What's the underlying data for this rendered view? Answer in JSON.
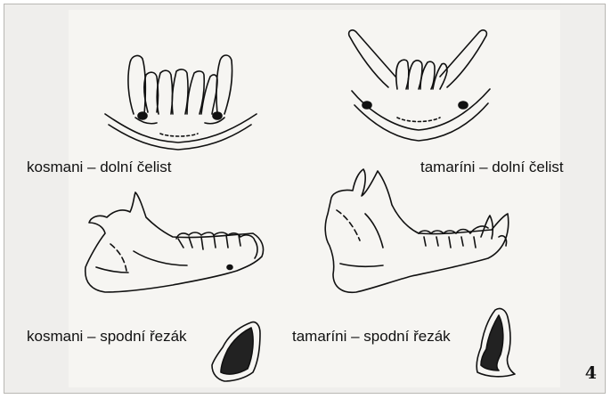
{
  "labels": {
    "marmoset_lower_jaw": "kosmani – dolní čelist",
    "tamarin_lower_jaw": "tamaríni – dolní čelist",
    "marmoset_lower_incisor": "kosmani – spodní řezák",
    "tamarin_lower_incisor": "tamaríni – spodní řezák"
  },
  "page_number": "4",
  "colors": {
    "background": "#efeeec",
    "ink": "#111111"
  }
}
